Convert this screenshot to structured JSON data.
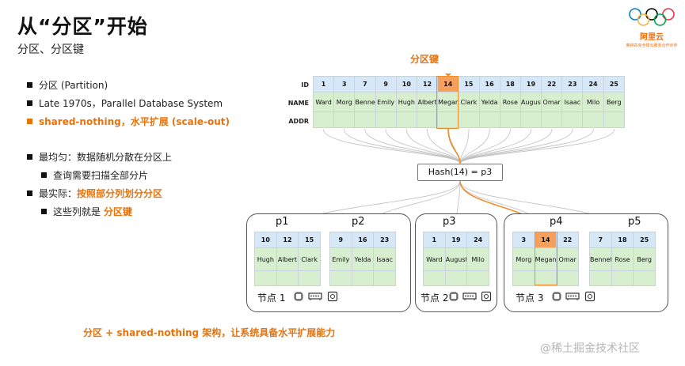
{
  "slide": {
    "title": "从“分区”开始",
    "subtitle": "分区、分区键"
  },
  "logo": {
    "brand": "阿里云",
    "tagline": "奥林匹克全球云服务合作伙伴"
  },
  "bullets": [
    {
      "text": "分区 (Partition)",
      "level": 1,
      "style": "normal"
    },
    {
      "text": "Late 1970s，Parallel Database System",
      "level": 1,
      "style": "normal"
    },
    {
      "text": "shared-nothing，水平扩展 (scale-out)",
      "level": 1,
      "style": "orange"
    },
    {
      "text": "最均匀：数据随机分散在分区上",
      "level": 1,
      "style": "normal"
    },
    {
      "text": "查询需要扫描全部分片",
      "level": 2,
      "style": "normal"
    },
    {
      "prefix": "最实际：",
      "highlight": "按照部分列划分分区",
      "level": 1,
      "style": "mixed"
    },
    {
      "prefix": "这些列就是 ",
      "highlight": "分区键",
      "level": 2,
      "style": "mixed"
    }
  ],
  "main_table": {
    "row_labels": [
      "ID",
      "NAME",
      "ADDR"
    ],
    "ids": [
      "1",
      "3",
      "7",
      "9",
      "10",
      "12",
      "14",
      "15",
      "16",
      "18",
      "19",
      "22",
      "23",
      "24",
      "25"
    ],
    "names": [
      "Ward",
      "Morg",
      "Bennet",
      "Emily",
      "Hugh",
      "Albert",
      "Megan",
      "Clark",
      "Yelda",
      "Rose",
      "August",
      "Omar",
      "Isaac",
      "Milo",
      "Berg"
    ],
    "selected": "14",
    "partition_key_label": "分区键"
  },
  "hash": {
    "label": "Hash(14) = p3"
  },
  "nodes": [
    {
      "label": "节点 1",
      "partitions": [
        {
          "name": "p1",
          "ids": [
            "10",
            "12",
            "15"
          ],
          "names": [
            "Hugh",
            "Albert",
            "Clark"
          ]
        },
        {
          "name": "p2",
          "ids": [
            "9",
            "16",
            "23"
          ],
          "names": [
            "Emily",
            "Yelda",
            "Isaac"
          ]
        }
      ]
    },
    {
      "label": "节点 2",
      "partitions": [
        {
          "name": "p3",
          "ids": [
            "1",
            "19",
            "24"
          ],
          "names": [
            "Ward",
            "August",
            "Milo"
          ]
        }
      ]
    },
    {
      "label": "节点 3",
      "partitions": [
        {
          "name": "p4",
          "ids": [
            "3",
            "14",
            "22"
          ],
          "names": [
            "Morg",
            "Megan",
            "Omar"
          ]
        },
        {
          "name": "p5",
          "ids": [
            "7",
            "18",
            "25"
          ],
          "names": [
            "Bennet",
            "Rose",
            "Berg"
          ]
        }
      ]
    }
  ],
  "footer": "分区 + shared-nothing 架构，让系统具备水平扩展能力",
  "watermark": "@稀土掘金技术社区",
  "colors": {
    "accent": "#e8720c",
    "id_row": "#d6e7f7",
    "name_row": "#d7efcf",
    "selected": "#f5a05c"
  }
}
